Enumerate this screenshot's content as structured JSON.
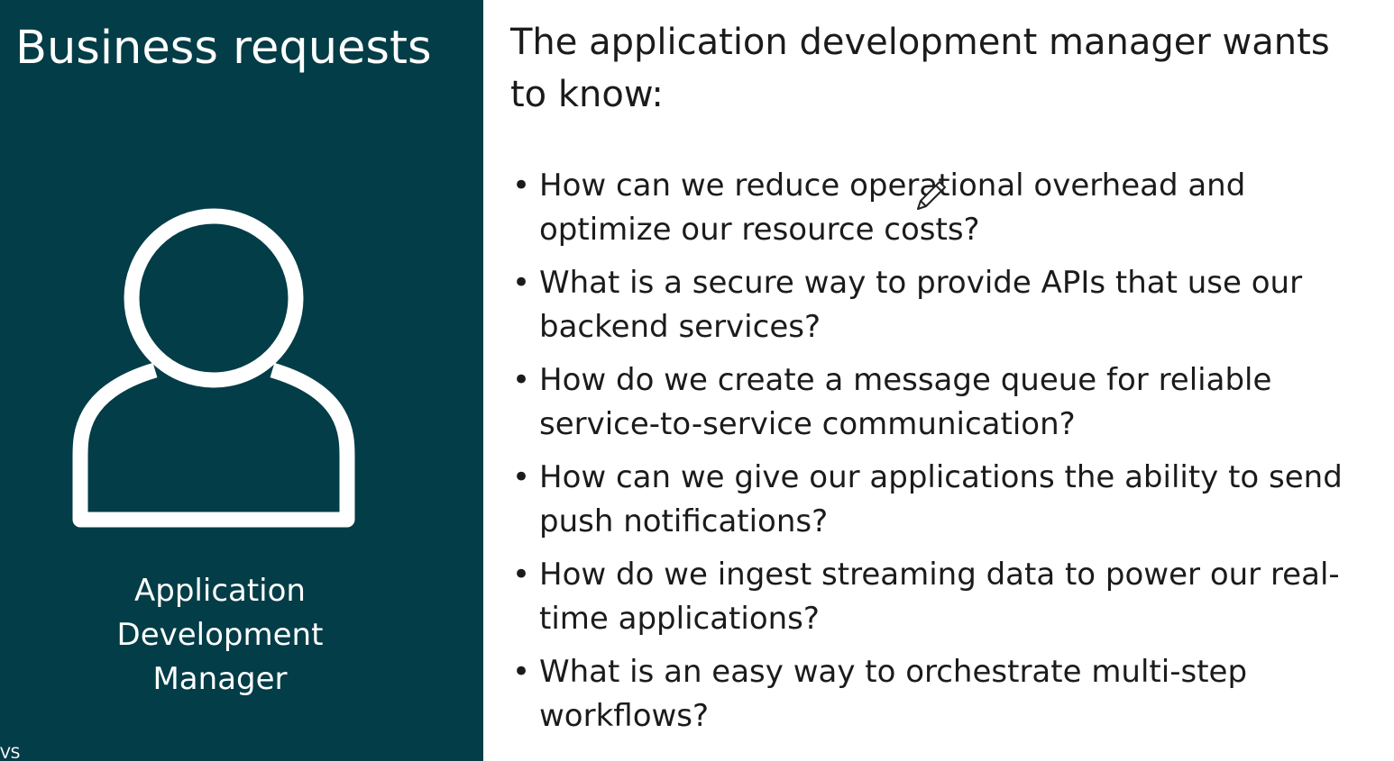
{
  "left_panel": {
    "title": "Business requests",
    "persona_icon": "person-outline-icon",
    "persona_lines": [
      "Application",
      "Development",
      "Manager"
    ],
    "corner_fragment": "VS",
    "background_color": "#033d47"
  },
  "right_panel": {
    "heading": "The application development manager wants to know:",
    "bullet_glyph": "•",
    "questions": [
      "How can we reduce operational overhead and optimize our resource costs?",
      "What is a secure way to provide APIs that use our backend services?",
      "How do we create a message queue for reliable service-to-service communication?",
      "How can we give our applications the ability to send push notifications?",
      "How do we ingest streaming data to power our real-time applications?",
      "What is an easy way to orchestrate multi-step workflows?"
    ]
  },
  "cursor": {
    "icon": "pen-cursor-icon"
  }
}
